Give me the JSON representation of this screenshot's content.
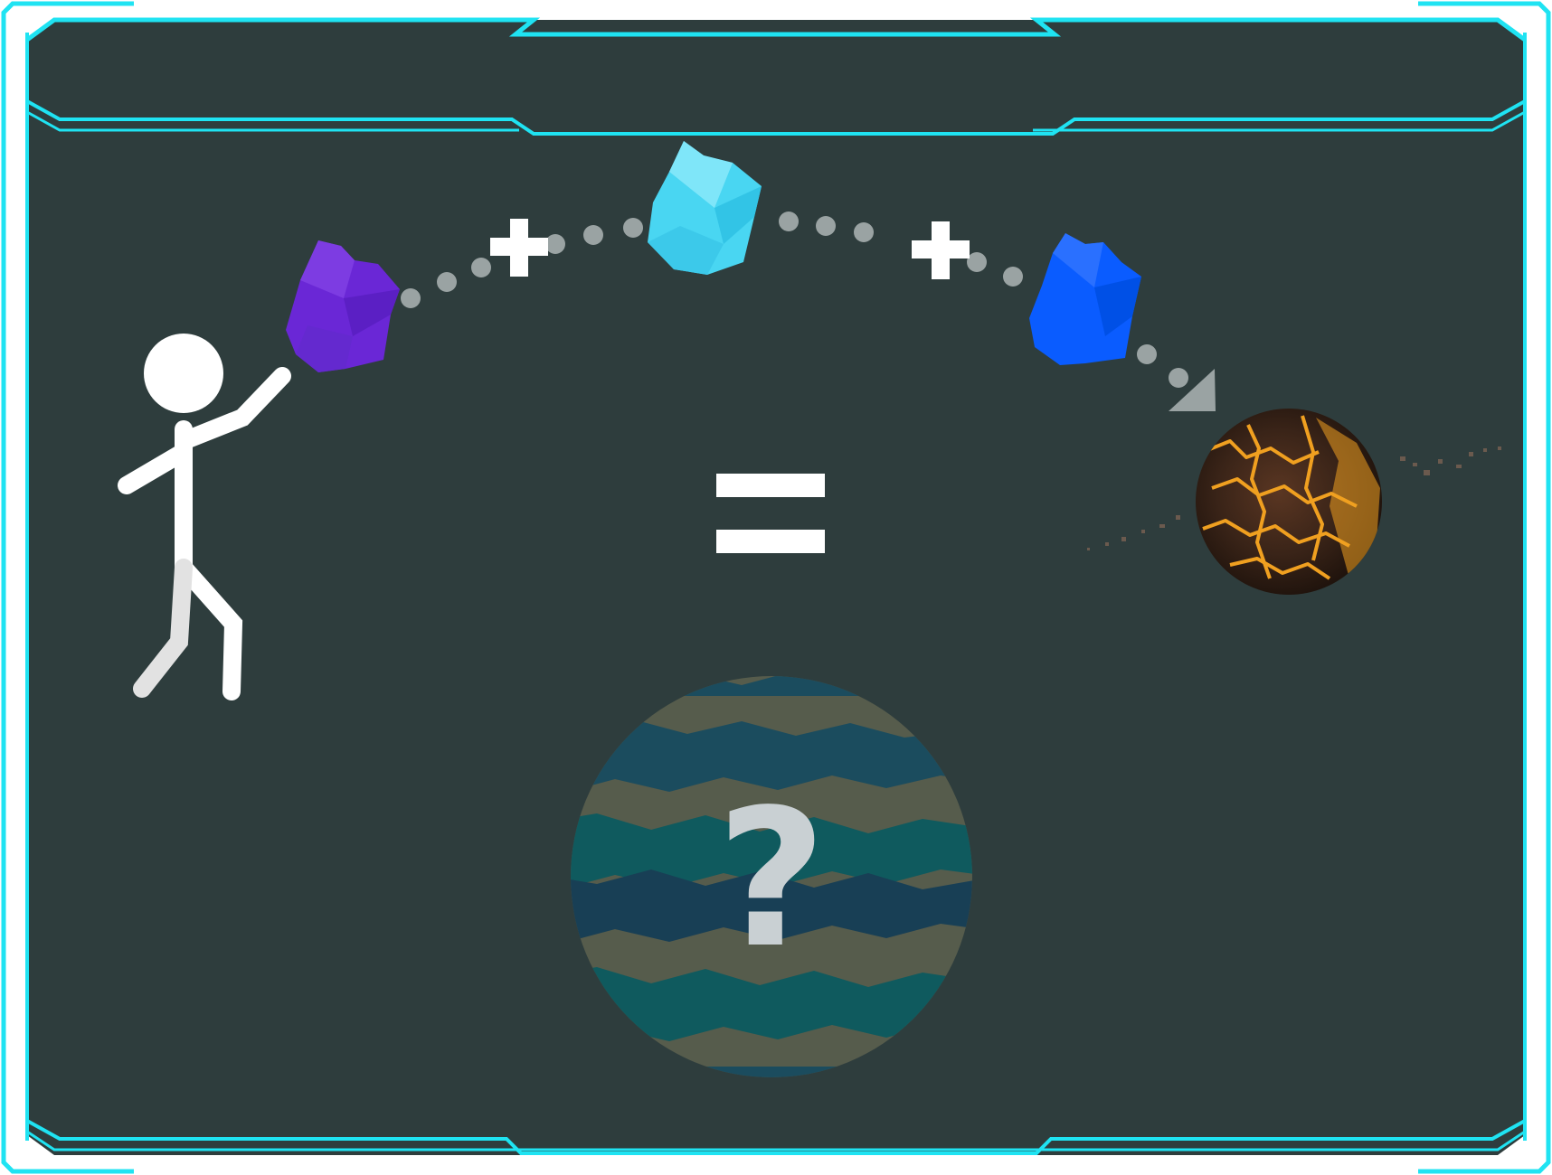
{
  "frame": {
    "accent_color": "#1fe3f2",
    "panel_color": "#2e3d3d"
  },
  "equation": {
    "plus_1": "+",
    "plus_2": "+",
    "equals": "=",
    "unknown": "?"
  },
  "crystals": [
    {
      "name": "purple-crystal",
      "color": "#6a27d6"
    },
    {
      "name": "cyan-crystal",
      "color": "#49d6f2"
    },
    {
      "name": "blue-crystal",
      "color": "#0a5cff"
    }
  ],
  "target_planet": {
    "name": "lava-planet",
    "colors": [
      "#3a2418",
      "#f0a020"
    ]
  },
  "result_planet": {
    "name": "striped-planet",
    "colors": [
      "#1b4c5e",
      "#0f5a5e",
      "#565c4c"
    ]
  },
  "throw_path": {
    "dot_color": "#9aa3a3"
  }
}
